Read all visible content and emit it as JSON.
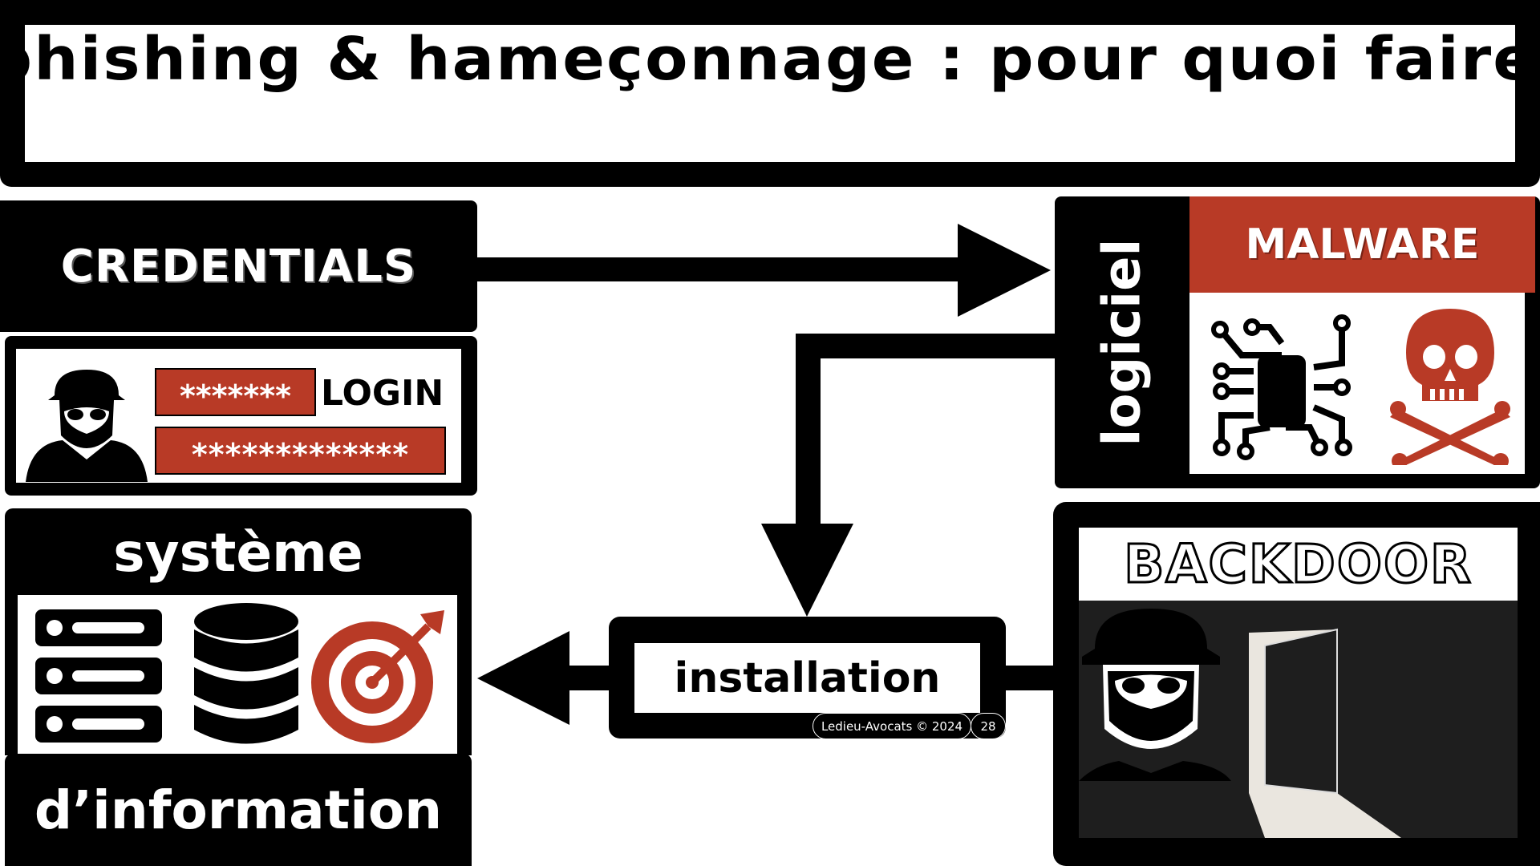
{
  "title": "phishing & hameçonnage : pour quoi faire ?",
  "credentials": {
    "label": "CREDENTIALS",
    "password_mask": "*******",
    "login_label": "LOGIN",
    "long_mask": "*************"
  },
  "logiciel": {
    "label": "logiciel"
  },
  "malware": {
    "label": "MALWARE"
  },
  "backdoor": {
    "label": "BACKDOOR"
  },
  "installation": {
    "label": "installation"
  },
  "systeme": {
    "line1": "système",
    "line2": "d’information"
  },
  "footer": {
    "credit": "Ledieu-Avocats © 2024",
    "page": "28"
  },
  "colors": {
    "accent_red": "#b83a26",
    "black": "#000000",
    "white": "#ffffff"
  }
}
